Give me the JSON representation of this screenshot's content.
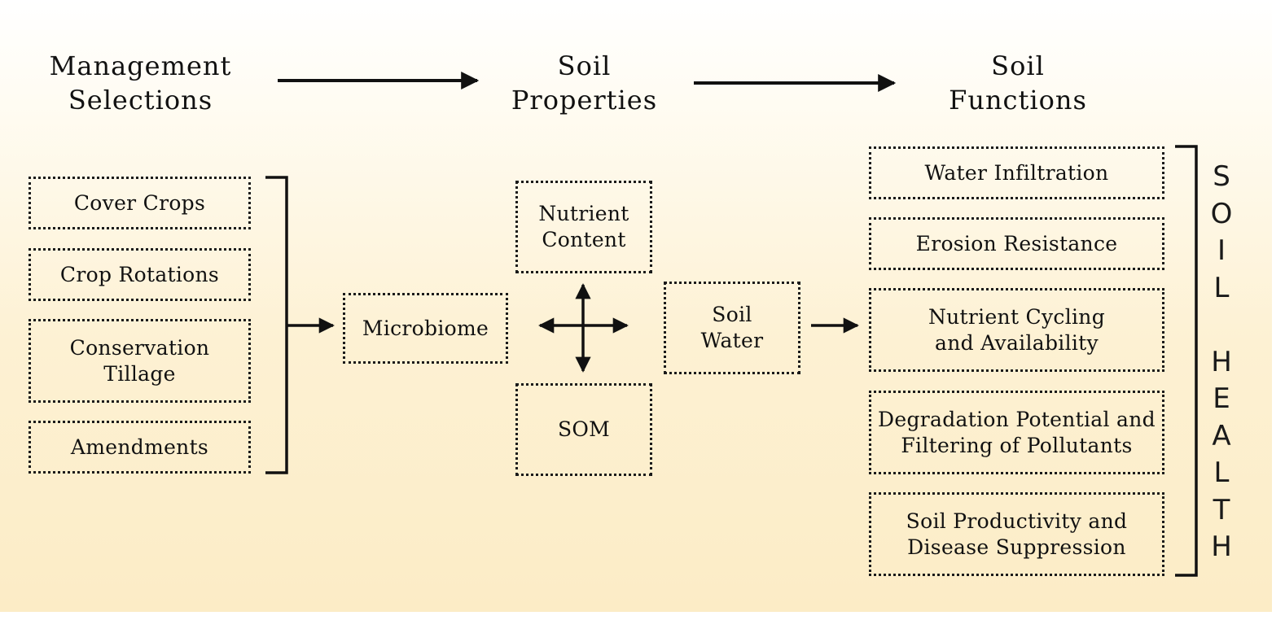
{
  "headers": {
    "management": "Management\nSelections",
    "properties": "Soil\nProperties",
    "functions": "Soil\nFunctions"
  },
  "management_items": [
    "Cover Crops",
    "Crop Rotations",
    "Conservation\nTillage",
    "Amendments"
  ],
  "properties": {
    "microbiome": "Microbiome",
    "nutrient_content": "Nutrient\nContent",
    "som": "SOM",
    "soil_water": "Soil\nWater"
  },
  "function_items": [
    "Water Infiltration",
    "Erosion Resistance",
    "Nutrient Cycling\nand Availability",
    "Degradation Potential and\nFiltering of Pollutants",
    "Soil Productivity and\nDisease Suppression"
  ],
  "soil_health_label": "S\nO\nI\nL\n\nH\nE\nA\nL\nT\nH"
}
